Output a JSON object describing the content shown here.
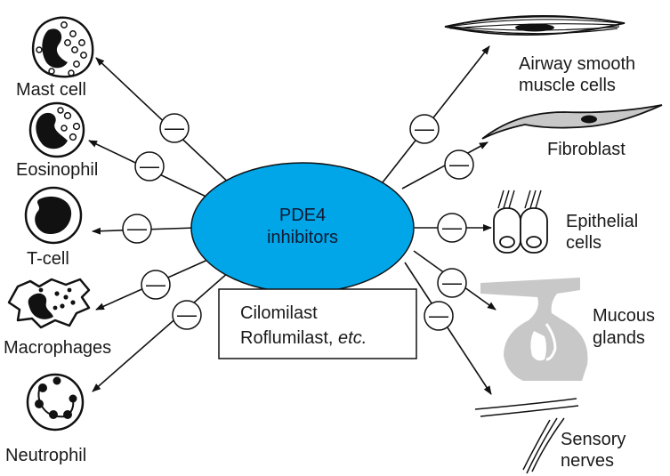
{
  "center": {
    "line1": "PDE4",
    "line2": "inhibitors",
    "color": "#00A6E8"
  },
  "drug_box": {
    "line1": "Cilomilast",
    "line2_regular": "Roflumilast, ",
    "line2_italic": "etc."
  },
  "inhibit_symbol": "—",
  "left_targets": [
    {
      "label": "Mast cell"
    },
    {
      "label": "Eosinophil"
    },
    {
      "label": "T-cell"
    },
    {
      "label": "Macrophages"
    },
    {
      "label": "Neutrophil"
    }
  ],
  "right_targets": [
    {
      "line1": "Airway smooth",
      "line2": "muscle cells"
    },
    {
      "line1": "Fibroblast"
    },
    {
      "line1": "Epithelial",
      "line2": "cells"
    },
    {
      "line1": "Mucous",
      "line2": "glands"
    },
    {
      "line1": "Sensory",
      "line2": "nerves"
    }
  ],
  "colors": {
    "line": "#111111",
    "gland": "#c8c8c8"
  }
}
